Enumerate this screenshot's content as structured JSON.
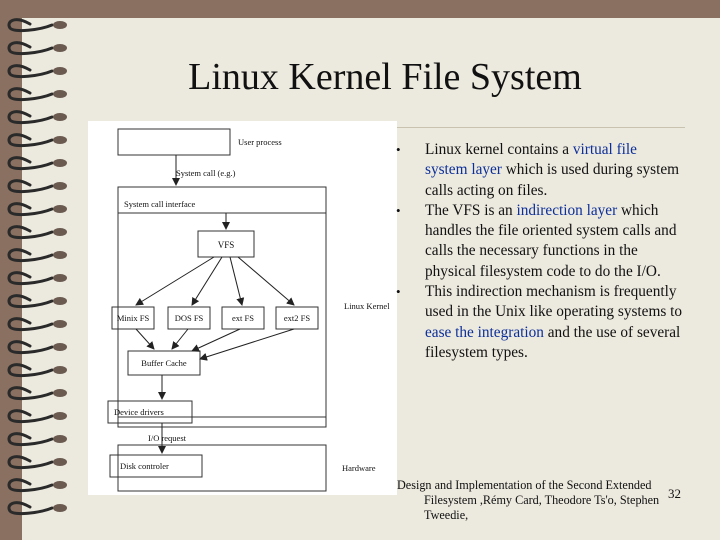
{
  "slide": {
    "title": "Linux Kernel File System",
    "bullets": [
      {
        "before": "Linux kernel contains a ",
        "highlight": "virtual file system layer",
        "after": " which is used during system calls acting on files."
      },
      {
        "before": "The VFS is an ",
        "highlight": "indirection layer",
        "after": " which handles the file oriented system calls and calls the necessary functions in the physical filesystem code to do the I/O."
      },
      {
        "before": "This indirection mechanism is frequently used in the Unix like operating systems to ",
        "highlight": "ease the integration",
        "after": " and the use of several filesystem types."
      }
    ],
    "citation": "Design and Implementation of the Second Extended Filesystem ,Rémy Card, Theodore Ts'o, Stephen Tweedie,",
    "page_number": "32",
    "highlight_color": "#0c2f9a"
  },
  "diagram": {
    "user_process": "User process",
    "system_call": "System call (e.g.)",
    "syscall_interface": "System call interface",
    "vfs": "VFS",
    "fs_minix": "Minix FS",
    "fs_dos": "DOS FS",
    "fs_ext": "ext FS",
    "fs_ext2": "ext2 FS",
    "buffer_cache": "Buffer Cache",
    "device_drivers": "Device drivers",
    "io_request": "I/O request",
    "disk_controller": "Disk controler",
    "linux_kernel_label": "Linux Kernel",
    "hardware_label": "Hardware"
  }
}
